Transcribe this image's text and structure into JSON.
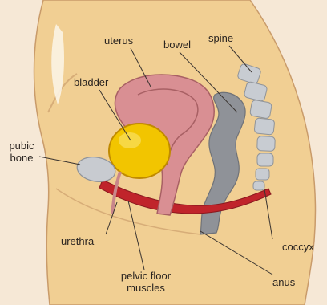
{
  "labels": {
    "uterus": "uterus",
    "bowel": "bowel",
    "spine": "spine",
    "bladder": "bladder",
    "pubic_bone_line1": "pubic",
    "pubic_bone_line2": "bone",
    "urethra": "urethra",
    "pelvic_floor_line1": "pelvic floor",
    "pelvic_floor_line2": "muscles",
    "coccyx": "coccyx",
    "anus": "anus"
  },
  "colors": {
    "background": "#f6e8d6",
    "body": "#f1cf93",
    "body_outline": "#c99b6a",
    "uterus": "#d98f93",
    "uterus_outline": "#a86064",
    "bladder": "#f2c500",
    "bowel": "#8f9298",
    "spine": "#c8ccd2",
    "pubic_bone": "#c8cbd0",
    "pelvic_floor_muscle": "#c0242b",
    "leader_line": "#3a3430"
  }
}
